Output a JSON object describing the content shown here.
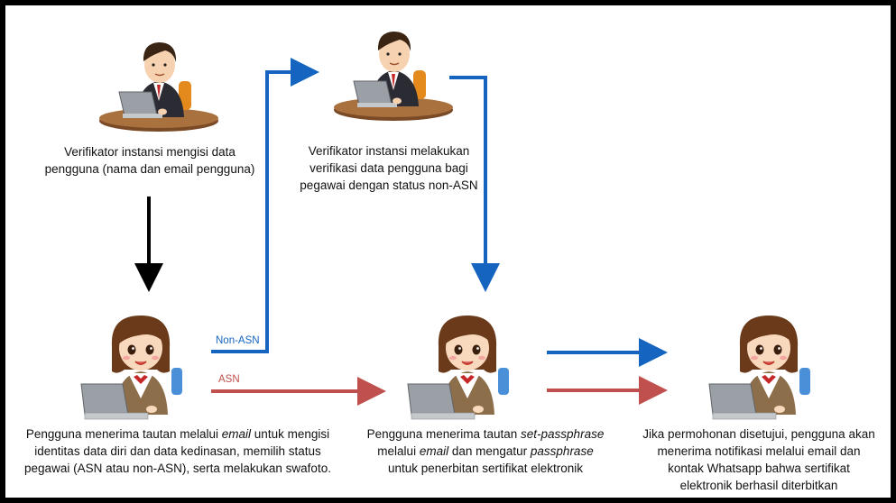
{
  "colors": {
    "blue": "#1565c0",
    "red": "#c0504d",
    "black": "#000000",
    "frame": "#000000"
  },
  "captions": {
    "verifikator_isi": {
      "line1": "Verifikator instansi mengisi data",
      "line2": "pengguna (nama dan email pengguna)"
    },
    "verifikator_verifikasi": {
      "line1": "Verifikator instansi melakukan",
      "line2": "verifikasi data pengguna bagi",
      "line3": "pegawai dengan status non-ASN"
    },
    "pengguna_isi": {
      "l1_pre": "Pengguna menerima tautan melalui ",
      "l1_em": "email",
      "l1_post": " untuk mengisi",
      "line2": "identitas data diri dan data kedinasan,  memilih status",
      "line3": "pegawai (ASN atau non-ASN), serta melakukan swafoto."
    },
    "pengguna_passphrase": {
      "l1_pre": "Pengguna menerima tautan ",
      "l1_em": "set-passphrase",
      "l2_pre": "melalui ",
      "l2_em1": "email",
      "l2_mid": " dan mengatur ",
      "l2_em2": "passphrase",
      "line3": "untuk penerbitan sertifikat elektronik"
    },
    "pengguna_notifikasi": {
      "line1": "Jika permohonan disetujui, pengguna akan",
      "line2": "menerima notifikasi melalui email dan",
      "line3": "kontak Whatsapp bahwa sertifikat",
      "line4": "elektronik berhasil diterbitkan"
    }
  },
  "branch_labels": {
    "non_asn": "Non-ASN",
    "asn": "ASN"
  },
  "icons": {
    "actor_top_left": "male-officer-laptop-icon",
    "actor_top_center": "male-officer-laptop-icon",
    "actor_bottom_left": "female-user-laptop-icon",
    "actor_bottom_center": "female-user-laptop-icon",
    "actor_bottom_right": "female-user-laptop-icon"
  }
}
